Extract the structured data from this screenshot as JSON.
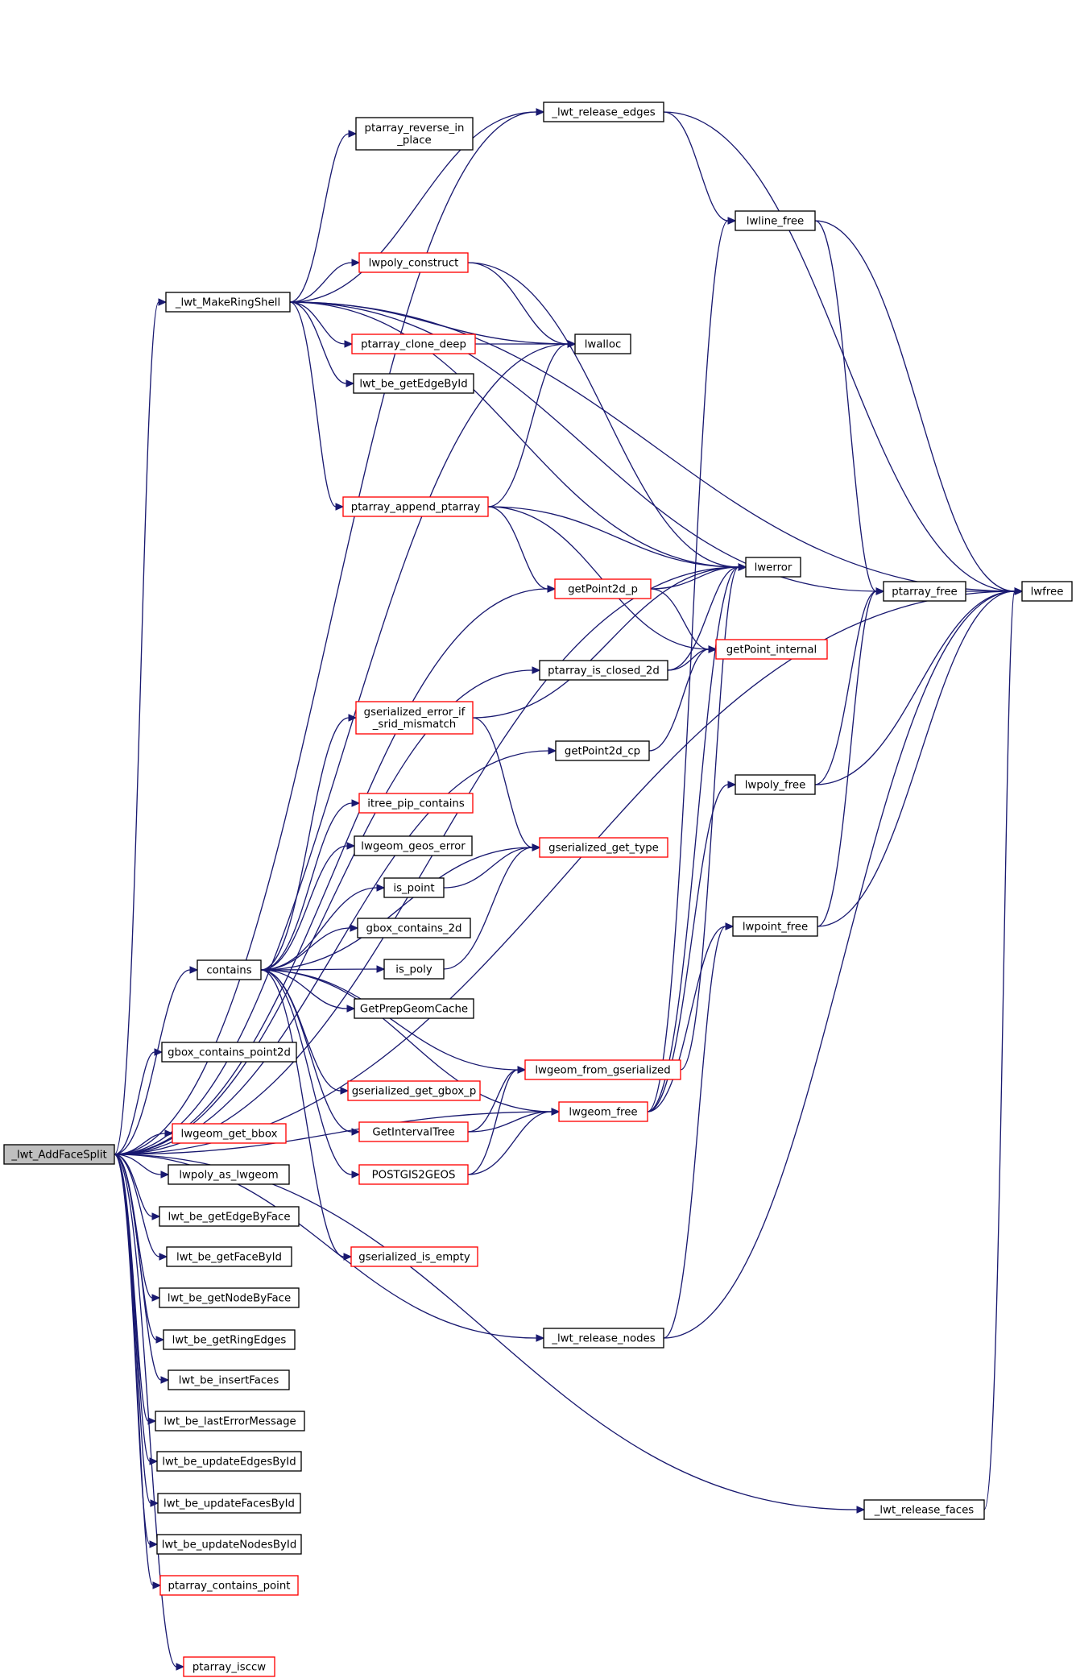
{
  "graph": {
    "nodes": [
      {
        "id": "root",
        "lines": [
          "_lwt_AddFaceSplit"
        ],
        "truncated": false,
        "root": true
      },
      {
        "id": "release_edges",
        "lines": [
          "_lwt_release_edges"
        ],
        "truncated": false
      },
      {
        "id": "reverse",
        "lines": [
          "ptarray_reverse_in",
          "_place"
        ],
        "truncated": false
      },
      {
        "id": "makering",
        "lines": [
          "_lwt_MakeRingShell"
        ],
        "truncated": false
      },
      {
        "id": "lwpoly_construct",
        "lines": [
          "lwpoly_construct"
        ],
        "truncated": true
      },
      {
        "id": "clone_deep",
        "lines": [
          "ptarray_clone_deep"
        ],
        "truncated": true
      },
      {
        "id": "edgebyid",
        "lines": [
          "lwt_be_getEdgeById"
        ],
        "truncated": false
      },
      {
        "id": "lwalloc",
        "lines": [
          "lwalloc"
        ],
        "truncated": false
      },
      {
        "id": "append",
        "lines": [
          "ptarray_append_ptarray"
        ],
        "truncated": true
      },
      {
        "id": "lwerror",
        "lines": [
          "lwerror"
        ],
        "truncated": false
      },
      {
        "id": "getpoint2d_p",
        "lines": [
          "getPoint2d_p"
        ],
        "truncated": true
      },
      {
        "id": "getpoint_internal",
        "lines": [
          "getPoint_internal"
        ],
        "truncated": true
      },
      {
        "id": "is_closed",
        "lines": [
          "ptarray_is_closed_2d"
        ],
        "truncated": false
      },
      {
        "id": "srid",
        "lines": [
          "gserialized_error_if",
          "_srid_mismatch"
        ],
        "truncated": true
      },
      {
        "id": "getpoint2d_cp",
        "lines": [
          "getPoint2d_cp"
        ],
        "truncated": false
      },
      {
        "id": "itree",
        "lines": [
          "itree_pip_contains"
        ],
        "truncated": true
      },
      {
        "id": "geos_error",
        "lines": [
          "lwgeom_geos_error"
        ],
        "truncated": false
      },
      {
        "id": "is_point",
        "lines": [
          "is_point"
        ],
        "truncated": false
      },
      {
        "id": "get_type",
        "lines": [
          "gserialized_get_type"
        ],
        "truncated": true
      },
      {
        "id": "gbox_contains_2d",
        "lines": [
          "gbox_contains_2d"
        ],
        "truncated": false
      },
      {
        "id": "contains",
        "lines": [
          "contains"
        ],
        "truncated": false
      },
      {
        "id": "is_poly",
        "lines": [
          "is_poly"
        ],
        "truncated": false
      },
      {
        "id": "prepgeom",
        "lines": [
          "GetPrepGeomCache"
        ],
        "truncated": false
      },
      {
        "id": "gbox_point2d",
        "lines": [
          "gbox_contains_point2d"
        ],
        "truncated": false
      },
      {
        "id": "from_gser",
        "lines": [
          "lwgeom_from_gserialized"
        ],
        "truncated": true
      },
      {
        "id": "get_gbox_p",
        "lines": [
          "gserialized_get_gbox_p"
        ],
        "truncated": true
      },
      {
        "id": "get_bbox",
        "lines": [
          "lwgeom_get_bbox"
        ],
        "truncated": true
      },
      {
        "id": "intervaltree",
        "lines": [
          "GetIntervalTree"
        ],
        "truncated": true
      },
      {
        "id": "lwgeom_free",
        "lines": [
          "lwgeom_free"
        ],
        "truncated": true
      },
      {
        "id": "as_lwgeom",
        "lines": [
          "lwpoly_as_lwgeom"
        ],
        "truncated": false
      },
      {
        "id": "postgis2geos",
        "lines": [
          "POSTGIS2GEOS"
        ],
        "truncated": true
      },
      {
        "id": "edgebyface",
        "lines": [
          "lwt_be_getEdgeByFace"
        ],
        "truncated": false
      },
      {
        "id": "facebyid",
        "lines": [
          "lwt_be_getFaceById"
        ],
        "truncated": false
      },
      {
        "id": "is_empty",
        "lines": [
          "gserialized_is_empty"
        ],
        "truncated": true
      },
      {
        "id": "nodebyface",
        "lines": [
          "lwt_be_getNodeByFace"
        ],
        "truncated": false
      },
      {
        "id": "release_nodes",
        "lines": [
          "_lwt_release_nodes"
        ],
        "truncated": false
      },
      {
        "id": "ringedges",
        "lines": [
          "lwt_be_getRingEdges"
        ],
        "truncated": false
      },
      {
        "id": "insertfaces",
        "lines": [
          "lwt_be_insertFaces"
        ],
        "truncated": false
      },
      {
        "id": "lasterror",
        "lines": [
          "lwt_be_lastErrorMessage"
        ],
        "truncated": false
      },
      {
        "id": "upd_edges",
        "lines": [
          "lwt_be_updateEdgesById"
        ],
        "truncated": false
      },
      {
        "id": "upd_faces",
        "lines": [
          "lwt_be_updateFacesById"
        ],
        "truncated": false
      },
      {
        "id": "upd_nodes",
        "lines": [
          "lwt_be_updateNodesById"
        ],
        "truncated": false
      },
      {
        "id": "contains_point",
        "lines": [
          "ptarray_contains_point"
        ],
        "truncated": true
      },
      {
        "id": "isccw",
        "lines": [
          "ptarray_isccw"
        ],
        "truncated": true
      },
      {
        "id": "lwline_free",
        "lines": [
          "lwline_free"
        ],
        "truncated": false
      },
      {
        "id": "lwpoly_free",
        "lines": [
          "lwpoly_free"
        ],
        "truncated": false
      },
      {
        "id": "lwpoint_free",
        "lines": [
          "lwpoint_free"
        ],
        "truncated": false
      },
      {
        "id": "ptarray_free",
        "lines": [
          "ptarray_free"
        ],
        "truncated": false
      },
      {
        "id": "lwfree",
        "lines": [
          "lwfree"
        ],
        "truncated": false
      },
      {
        "id": "release_faces",
        "lines": [
          "_lwt_release_faces"
        ],
        "truncated": false
      }
    ],
    "edges": [
      [
        "root",
        "release_edges"
      ],
      [
        "root",
        "makering"
      ],
      [
        "root",
        "lwalloc"
      ],
      [
        "root",
        "lwerror"
      ],
      [
        "root",
        "getpoint2d_p"
      ],
      [
        "root",
        "is_closed"
      ],
      [
        "root",
        "getpoint2d_cp"
      ],
      [
        "root",
        "contains"
      ],
      [
        "root",
        "gbox_point2d"
      ],
      [
        "root",
        "get_bbox"
      ],
      [
        "root",
        "as_lwgeom"
      ],
      [
        "root",
        "edgebyface"
      ],
      [
        "root",
        "facebyid"
      ],
      [
        "root",
        "nodebyface"
      ],
      [
        "root",
        "ringedges"
      ],
      [
        "root",
        "insertfaces"
      ],
      [
        "root",
        "lasterror"
      ],
      [
        "root",
        "upd_edges"
      ],
      [
        "root",
        "upd_faces"
      ],
      [
        "root",
        "upd_nodes"
      ],
      [
        "root",
        "contains_point"
      ],
      [
        "root",
        "isccw"
      ],
      [
        "root",
        "release_faces"
      ],
      [
        "root",
        "release_nodes"
      ],
      [
        "root",
        "lwgeom_free"
      ],
      [
        "root",
        "lwfree"
      ],
      [
        "makering",
        "release_edges"
      ],
      [
        "makering",
        "reverse"
      ],
      [
        "makering",
        "lwpoly_construct"
      ],
      [
        "makering",
        "clone_deep"
      ],
      [
        "makering",
        "edgebyid"
      ],
      [
        "makering",
        "lwalloc"
      ],
      [
        "makering",
        "append"
      ],
      [
        "makering",
        "lwerror"
      ],
      [
        "makering",
        "ptarray_free"
      ],
      [
        "makering",
        "lwfree"
      ],
      [
        "release_edges",
        "lwline_free"
      ],
      [
        "release_edges",
        "lwfree"
      ],
      [
        "lwpoly_construct",
        "lwalloc"
      ],
      [
        "lwpoly_construct",
        "lwerror"
      ],
      [
        "clone_deep",
        "lwalloc"
      ],
      [
        "append",
        "lwalloc"
      ],
      [
        "append",
        "lwerror"
      ],
      [
        "append",
        "getpoint2d_p"
      ],
      [
        "append",
        "getpoint_internal"
      ],
      [
        "getpoint2d_p",
        "lwerror"
      ],
      [
        "getpoint2d_p",
        "getpoint_internal"
      ],
      [
        "is_closed",
        "lwerror"
      ],
      [
        "is_closed",
        "getpoint_internal"
      ],
      [
        "getpoint2d_cp",
        "getpoint_internal"
      ],
      [
        "srid",
        "lwerror"
      ],
      [
        "srid",
        "get_type"
      ],
      [
        "contains",
        "srid"
      ],
      [
        "contains",
        "itree"
      ],
      [
        "contains",
        "geos_error"
      ],
      [
        "contains",
        "is_point"
      ],
      [
        "contains",
        "gbox_contains_2d"
      ],
      [
        "contains",
        "is_poly"
      ],
      [
        "contains",
        "prepgeom"
      ],
      [
        "contains",
        "from_gser"
      ],
      [
        "contains",
        "get_gbox_p"
      ],
      [
        "contains",
        "intervaltree"
      ],
      [
        "contains",
        "postgis2geos"
      ],
      [
        "contains",
        "is_empty"
      ],
      [
        "contains",
        "get_type"
      ],
      [
        "contains",
        "lwgeom_free"
      ],
      [
        "is_point",
        "get_type"
      ],
      [
        "is_poly",
        "get_type"
      ],
      [
        "intervaltree",
        "from_gser"
      ],
      [
        "intervaltree",
        "lwgeom_free"
      ],
      [
        "postgis2geos",
        "from_gser"
      ],
      [
        "postgis2geos",
        "lwgeom_free"
      ],
      [
        "lwgeom_free",
        "lwline_free"
      ],
      [
        "lwgeom_free",
        "lwpoly_free"
      ],
      [
        "lwgeom_free",
        "lwpoint_free"
      ],
      [
        "lwgeom_free",
        "lwerror"
      ],
      [
        "from_gser",
        "lwerror"
      ],
      [
        "lwline_free",
        "ptarray_free"
      ],
      [
        "lwline_free",
        "lwfree"
      ],
      [
        "lwpoly_free",
        "ptarray_free"
      ],
      [
        "lwpoly_free",
        "lwfree"
      ],
      [
        "lwpoint_free",
        "ptarray_free"
      ],
      [
        "lwpoint_free",
        "lwfree"
      ],
      [
        "ptarray_free",
        "lwfree"
      ],
      [
        "release_nodes",
        "lwpoint_free"
      ],
      [
        "release_nodes",
        "lwfree"
      ],
      [
        "release_faces",
        "lwfree"
      ]
    ]
  }
}
